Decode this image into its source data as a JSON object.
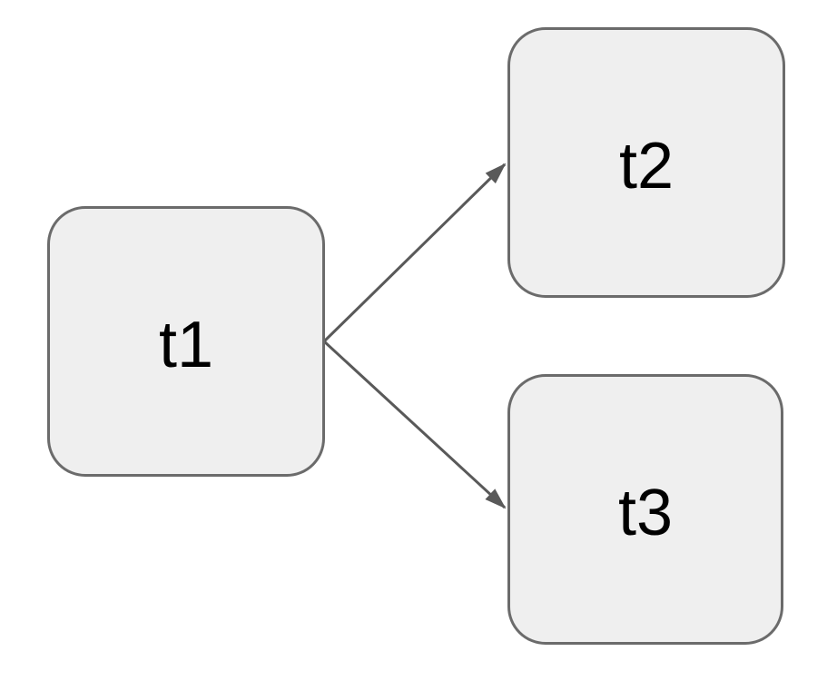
{
  "diagram": {
    "type": "flowchart",
    "canvas_background": "#ffffff",
    "node_fill_color": "#efefef",
    "node_border_color": "#6b6b6b",
    "arrow_color": "#595959",
    "text_color": "#000000",
    "nodes": [
      {
        "id": "t1",
        "label": "t1"
      },
      {
        "id": "t2",
        "label": "t2"
      },
      {
        "id": "t3",
        "label": "t3"
      }
    ],
    "edges": [
      {
        "from": "t1",
        "to": "t2",
        "style": "straight-arrow"
      },
      {
        "from": "t1",
        "to": "t3",
        "style": "straight-arrow"
      }
    ]
  }
}
